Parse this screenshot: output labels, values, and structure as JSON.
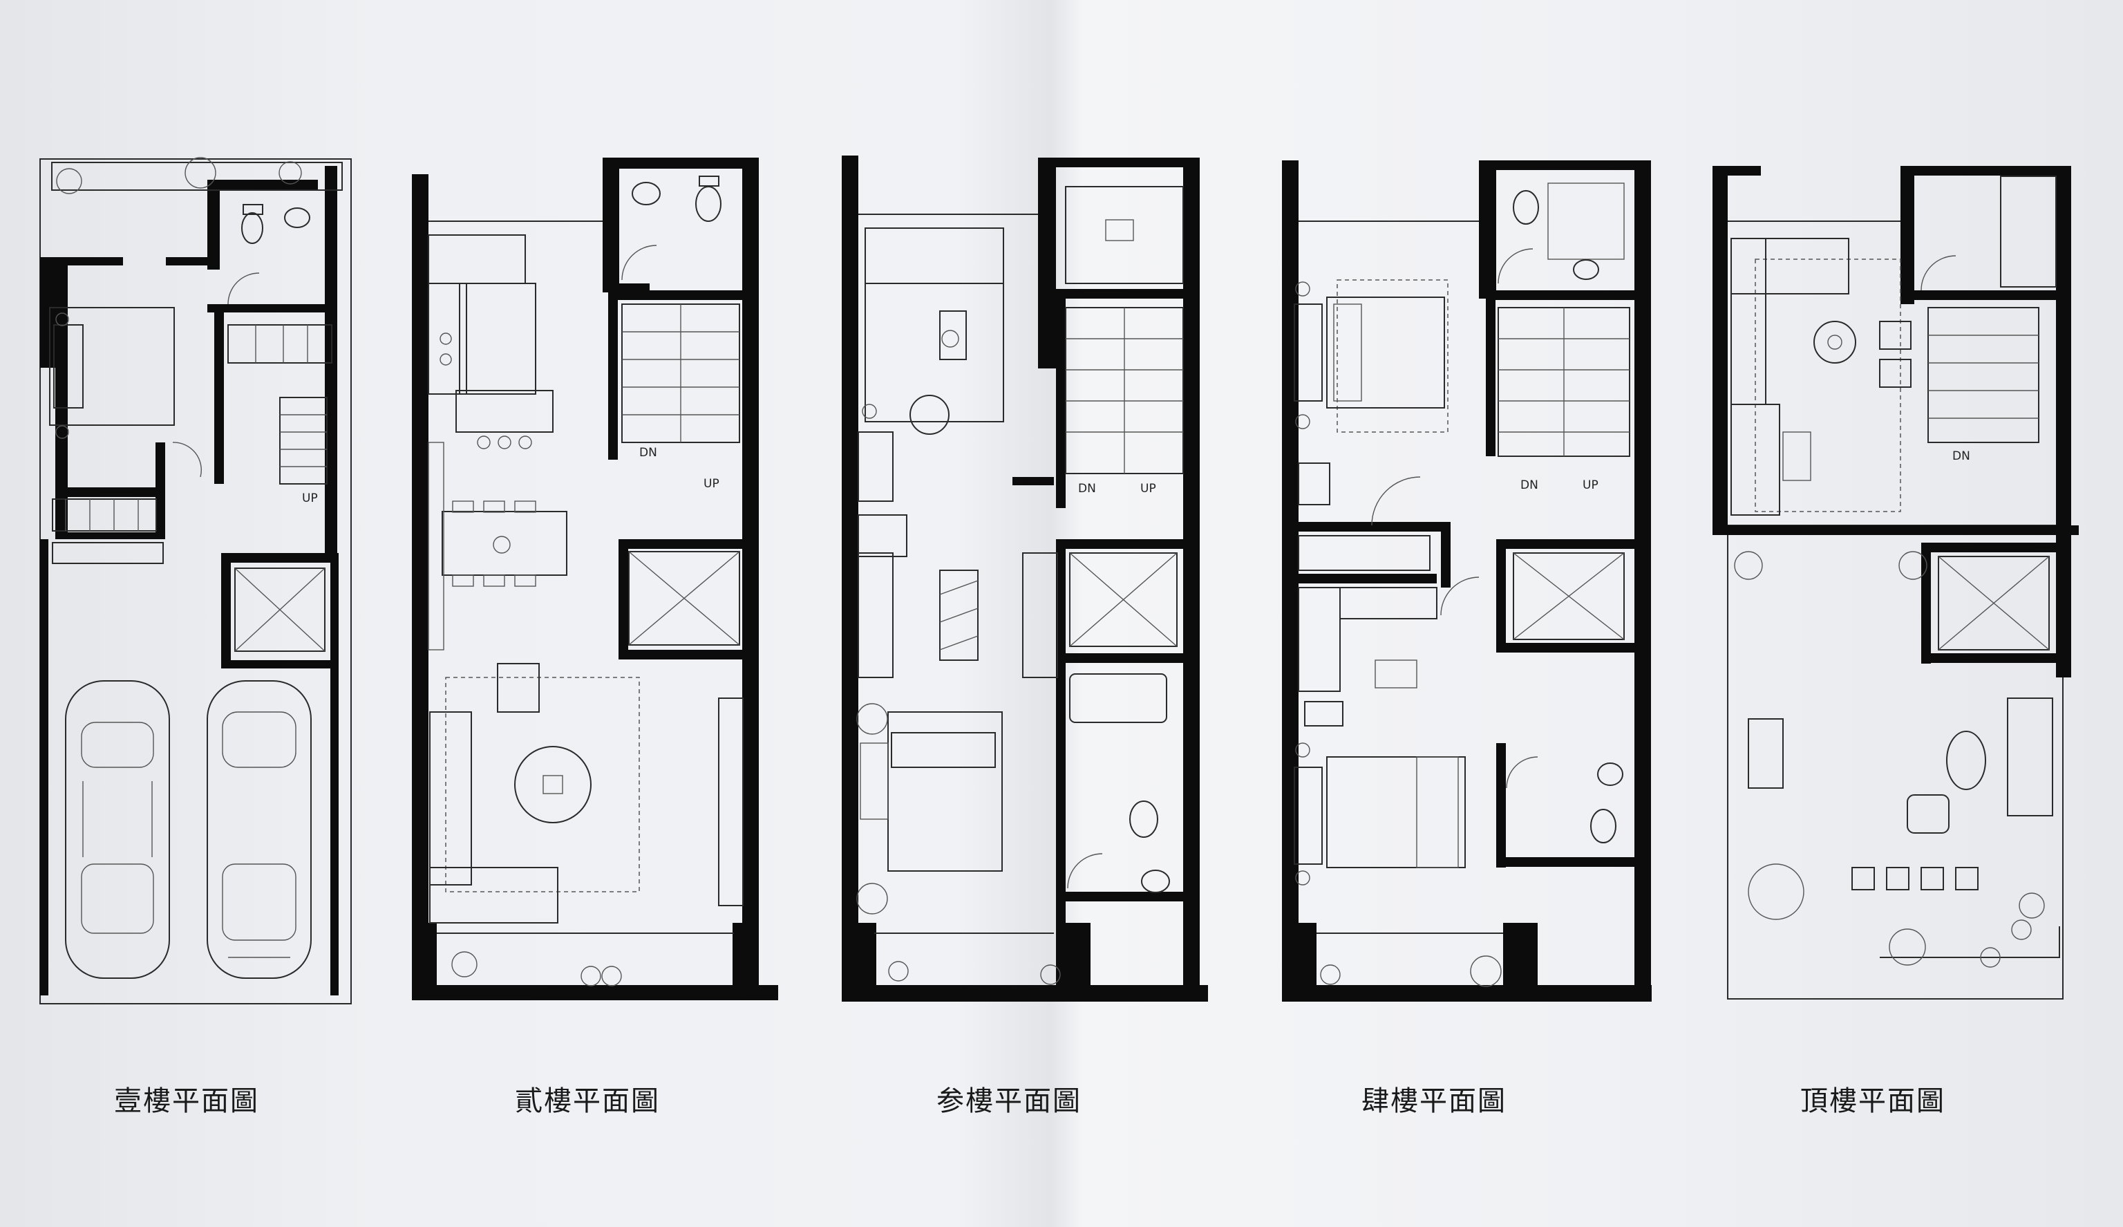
{
  "plans": [
    {
      "id": "floor-1",
      "caption": "壹樓平面圖",
      "stair_labels": [
        "UP"
      ]
    },
    {
      "id": "floor-2",
      "caption": "貳樓平面圖",
      "stair_labels": [
        "DN",
        "UP"
      ]
    },
    {
      "id": "floor-3",
      "caption": "参樓平面圖",
      "stair_labels": [
        "DN",
        "UP"
      ]
    },
    {
      "id": "floor-4",
      "caption": "肆樓平面圖",
      "stair_labels": [
        "DN",
        "UP"
      ]
    },
    {
      "id": "floor-roof",
      "caption": "頂樓平面圖",
      "stair_labels": [
        "DN"
      ]
    }
  ],
  "colors": {
    "wall": "#0c0c0c",
    "line": "#2a2a2a",
    "paper": "#f0f1f4"
  }
}
